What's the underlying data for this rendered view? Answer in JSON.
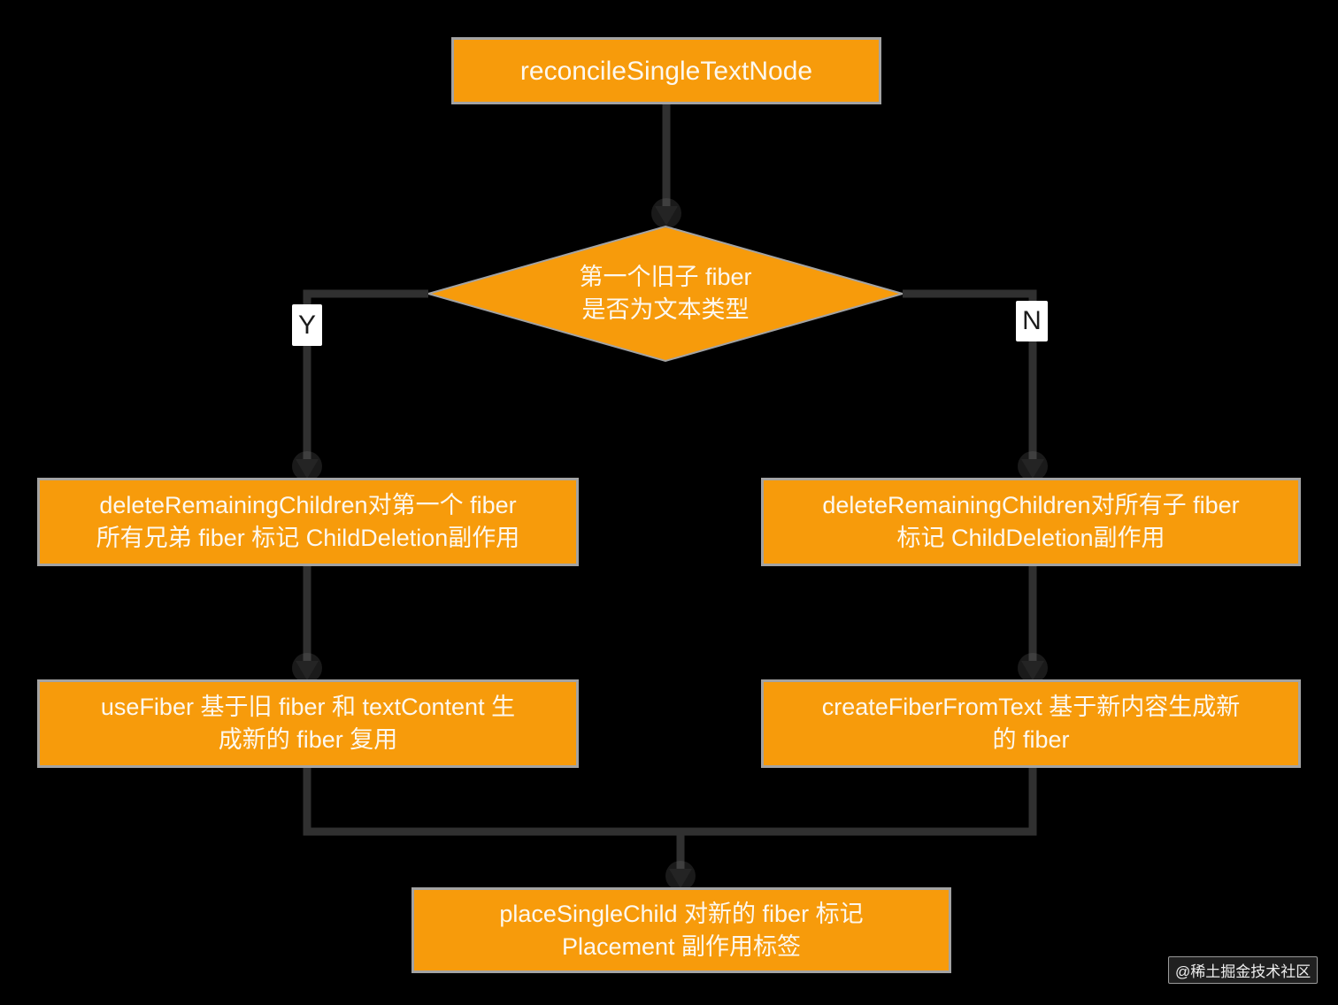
{
  "diagram": {
    "nodes": {
      "start": {
        "label": "reconcileSingleTextNode"
      },
      "decision": {
        "line1": "第一个旧子 fiber",
        "line2": "是否为文本类型"
      },
      "yes_delete": {
        "line1": "deleteRemainingChildren对第一个 fiber",
        "line2": "所有兄弟 fiber 标记 ChildDeletion副作用"
      },
      "no_delete": {
        "line1": "deleteRemainingChildren对所有子 fiber",
        "line2": "标记 ChildDeletion副作用"
      },
      "yes_reuse": {
        "line1": "useFiber 基于旧 fiber 和 textContent 生",
        "line2": "成新的 fiber 复用"
      },
      "no_create": {
        "line1": "createFiberFromText 基于新内容生成新",
        "line2": "的 fiber"
      },
      "place": {
        "line1": "placeSingleChild 对新的 fiber 标记",
        "line2": "Placement 副作用标签"
      }
    },
    "edge_labels": {
      "yes": "Y",
      "no": "N"
    },
    "colors": {
      "background": "#000000",
      "node_fill": "#f79b0b",
      "node_border": "#a3a3a3",
      "node_text": "#fdf8ef",
      "connector": "#303030",
      "arrowhead": "#242424",
      "edge_label_bg": "#ffffff",
      "edge_label_text": "#1c1c1c"
    }
  },
  "watermark": {
    "text": "@稀土掘金技术社区"
  }
}
